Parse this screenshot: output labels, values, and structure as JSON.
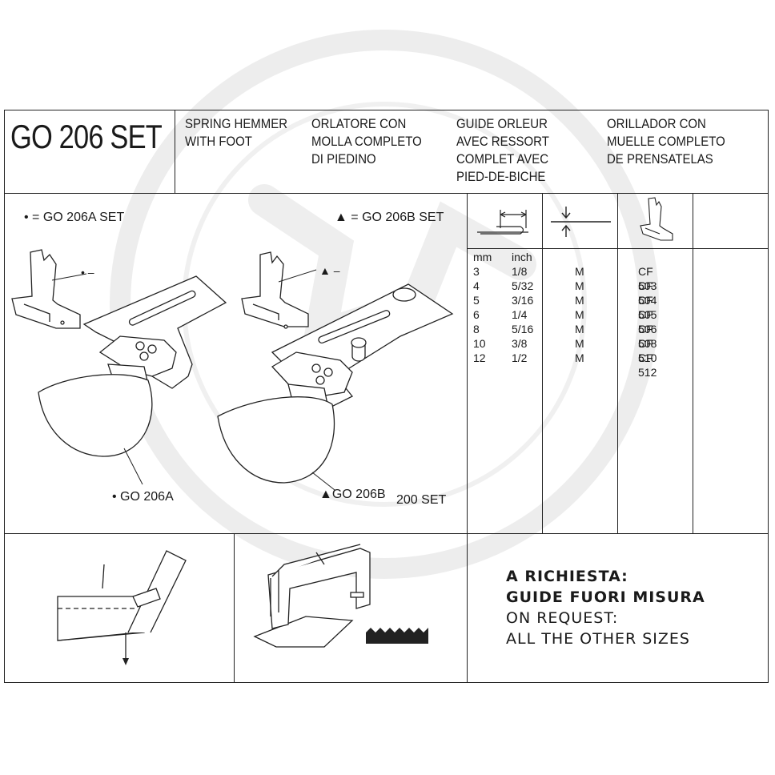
{
  "header": {
    "title": "GO 206 SET",
    "descriptions": [
      [
        "SPRING HEMMER",
        "WITH FOOT"
      ],
      [
        "ORLATORE CON",
        "MOLLA COMPLETO",
        "DI PIEDINO"
      ],
      [
        "GUIDE ORLEUR",
        "AVEC RESSORT",
        "COMPLET AVEC",
        "PIED-DE-BICHE"
      ],
      [
        "ORILLADOR CON",
        "MUELLE COMPLETO",
        "DE PRENSATELAS"
      ]
    ]
  },
  "diagram": {
    "legend_a": "• = GO 206A SET",
    "legend_b": "▲ = GO 206B SET",
    "marker_a": "• –",
    "marker_b": "▲ –",
    "part_a": "• GO 206A",
    "part_b": "▲GO 206B",
    "overlap_label": "200 SET"
  },
  "table": {
    "col_mm": "mm",
    "col_inch": "inch",
    "rows": [
      {
        "mm": "3",
        "inch": "1/8",
        "type": "M",
        "code": "CF 503"
      },
      {
        "mm": "4",
        "inch": "5/32",
        "type": "M",
        "code": "CF 504"
      },
      {
        "mm": "5",
        "inch": "3/16",
        "type": "M",
        "code": "CF 505"
      },
      {
        "mm": "6",
        "inch": "1/4",
        "type": "M",
        "code": "CF 506"
      },
      {
        "mm": "8",
        "inch": "5/16",
        "type": "M",
        "code": "CF 508"
      },
      {
        "mm": "10",
        "inch": "3/8",
        "type": "M",
        "code": "CF 510"
      },
      {
        "mm": "12",
        "inch": "1/2",
        "type": "M",
        "code": "CF 512"
      }
    ]
  },
  "request": {
    "line1": "A RICHIESTA:",
    "line2": "GUIDE FUORI MISURA",
    "line3": "ON REQUEST:",
    "line4": "ALL THE OTHER SIZES"
  },
  "colors": {
    "ink": "#1a1a1a",
    "watermark": "#e6e6e6"
  }
}
